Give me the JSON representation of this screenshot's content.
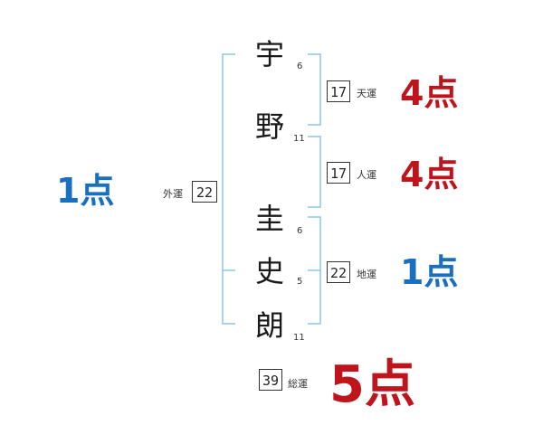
{
  "colors": {
    "bracket": "#8ec5e6",
    "score_red": "#c0141c",
    "score_blue": "#1a6fc0",
    "text": "#1a1a1a"
  },
  "name_chars": [
    {
      "char": "宇",
      "strokes": "6"
    },
    {
      "char": "野",
      "strokes": "11"
    },
    {
      "char": "圭",
      "strokes": "6"
    },
    {
      "char": "史",
      "strokes": "5"
    },
    {
      "char": "朗",
      "strokes": "11"
    }
  ],
  "fortunes": {
    "tenkaku": {
      "value": "17",
      "label": "天運",
      "score": "4点",
      "color": "red"
    },
    "jinkaku": {
      "value": "17",
      "label": "人運",
      "score": "4点",
      "color": "red"
    },
    "chikaku": {
      "value": "22",
      "label": "地運",
      "score": "1点",
      "color": "blue"
    },
    "gaikaku": {
      "value": "22",
      "label": "外運",
      "score": "1点",
      "color": "blue"
    },
    "soukaku": {
      "value": "39",
      "label": "総運",
      "score": "5点",
      "color": "red"
    }
  }
}
